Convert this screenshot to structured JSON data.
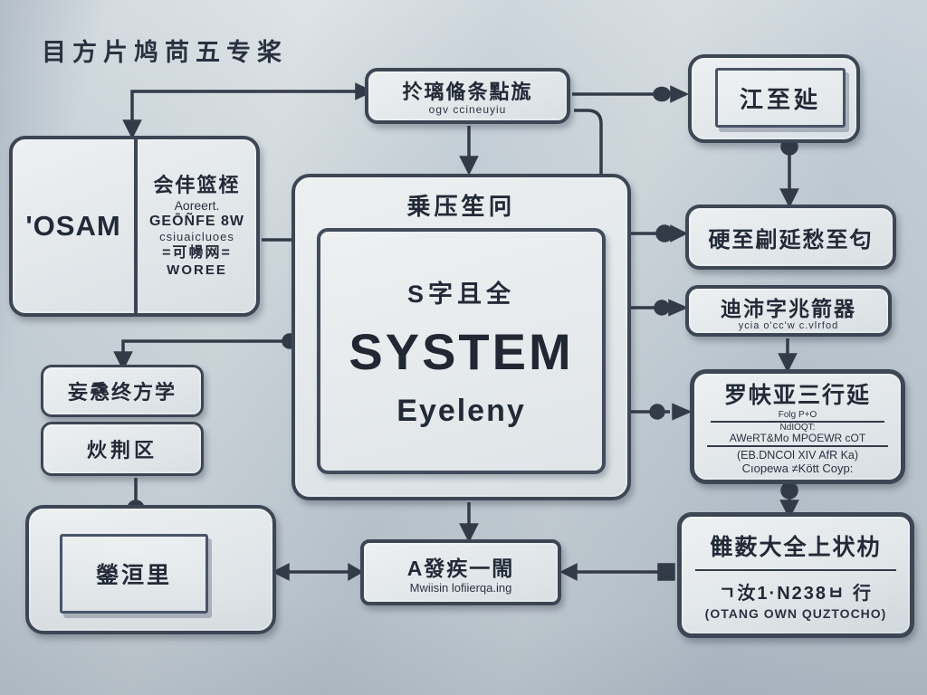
{
  "palette": {
    "background": "#c8d1d8",
    "box_fill": "#e6eaec",
    "line": "#333b49",
    "text": "#232a37"
  },
  "header": {
    "label": "目方片鸠苘五专桨"
  },
  "boxes": {
    "top_center": {
      "title": "扵璃偹条點旊",
      "subtitle": "ogv ccineuyiu"
    },
    "top_right": {
      "label": "江至㢟"
    },
    "left": {
      "left_cell": "'OSAM",
      "right_lines": [
        "会仹篮桎",
        "Aoreert.",
        "GEŌÑFE 8W",
        "csiuaicluoes",
        "=可㡢网=",
        "WOREE"
      ]
    },
    "center": {
      "header": "乗压笙冋",
      "line1": "S字且全",
      "line2": "SYSTEM",
      "line3": "Eyeleny"
    },
    "right1": {
      "label": "硬至㓲延愁至匂"
    },
    "right2": {
      "title": "迪沛字兆箭器",
      "subtitle": "ycia o'cc'w c.vlrfod"
    },
    "right3": {
      "title": "罗㠸亚三行延",
      "line2": "Folg P+O",
      "line3": "NdIOQT:",
      "line4": "AWeRT&Mo MPOEWR cOT",
      "line5": "(EB.DNCOl XIV AfR Ka)",
      "line6": "Cıopewa ≠Kött Coyp:"
    },
    "mid_left1": {
      "label": "妄㦌终方学"
    },
    "mid_left2": {
      "label": "炏荆区"
    },
    "bottom_left": {
      "label": "鎣洹里"
    },
    "bottom_center": {
      "title": "A發疾一閙",
      "subtitle": "Mwiisin lofiierqa.ing"
    },
    "bottom_right": {
      "title": "雔薮大全上状朸",
      "line2": "ㄱ汝1·N238ㅂ 行",
      "line3": "(OTANG OWN QUZTOCHO)"
    }
  }
}
